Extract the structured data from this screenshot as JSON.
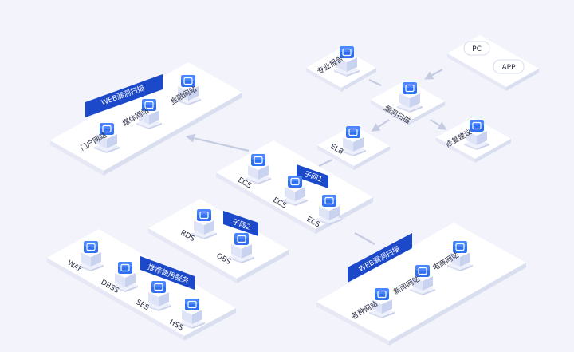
{
  "colors": {
    "background": "#f3f4fb",
    "platform_top": "#ffffff",
    "platform_side": "#e3e6f4",
    "accent_blue": "#1b49c9",
    "icon_blue": "#2f6ff0",
    "connector": "#c5cce2"
  },
  "groups": {
    "web_scan_top": {
      "tag": "WEB漏洞扫描",
      "nodes": [
        {
          "label": "金融网站",
          "icon": "finance-icon"
        },
        {
          "label": "媒体网站",
          "icon": "media-icon"
        },
        {
          "label": "门户网站",
          "icon": "portal-icon"
        }
      ]
    },
    "scan_center": {
      "nodes": [
        {
          "label": "专业报告",
          "icon": "report-icon"
        },
        {
          "label": "漏洞扫描",
          "icon": "scan-icon"
        },
        {
          "label": "ELB",
          "icon": "elb-icon"
        },
        {
          "label": "修复建议",
          "icon": "settings-icon"
        }
      ]
    },
    "clients": {
      "items": [
        "PC",
        "APP"
      ]
    },
    "subnet1": {
      "tag": "子网1",
      "nodes": [
        {
          "label": "ECS",
          "icon": "ecs-icon"
        },
        {
          "label": "ECS",
          "icon": "ecs-icon"
        },
        {
          "label": "ECS",
          "icon": "ecs-icon"
        }
      ]
    },
    "subnet2": {
      "tag": "子网2",
      "nodes": [
        {
          "label": "RDS",
          "icon": "database-icon"
        },
        {
          "label": "OBS",
          "icon": "cloud-storage-icon"
        }
      ]
    },
    "recommended": {
      "tag": "推荐使用服务",
      "nodes": [
        {
          "label": "WAF",
          "icon": "firewall-icon"
        },
        {
          "label": "DBSS",
          "icon": "database-security-icon"
        },
        {
          "label": "SES",
          "icon": "ses-icon"
        },
        {
          "label": "HSS",
          "icon": "host-security-icon"
        }
      ]
    },
    "web_scan_bottom": {
      "tag": "WEB漏洞扫描",
      "nodes": [
        {
          "label": "电商网站",
          "icon": "ecommerce-icon"
        },
        {
          "label": "新闻网站",
          "icon": "news-icon"
        },
        {
          "label": "各种网站",
          "icon": "website-icon"
        }
      ]
    }
  }
}
